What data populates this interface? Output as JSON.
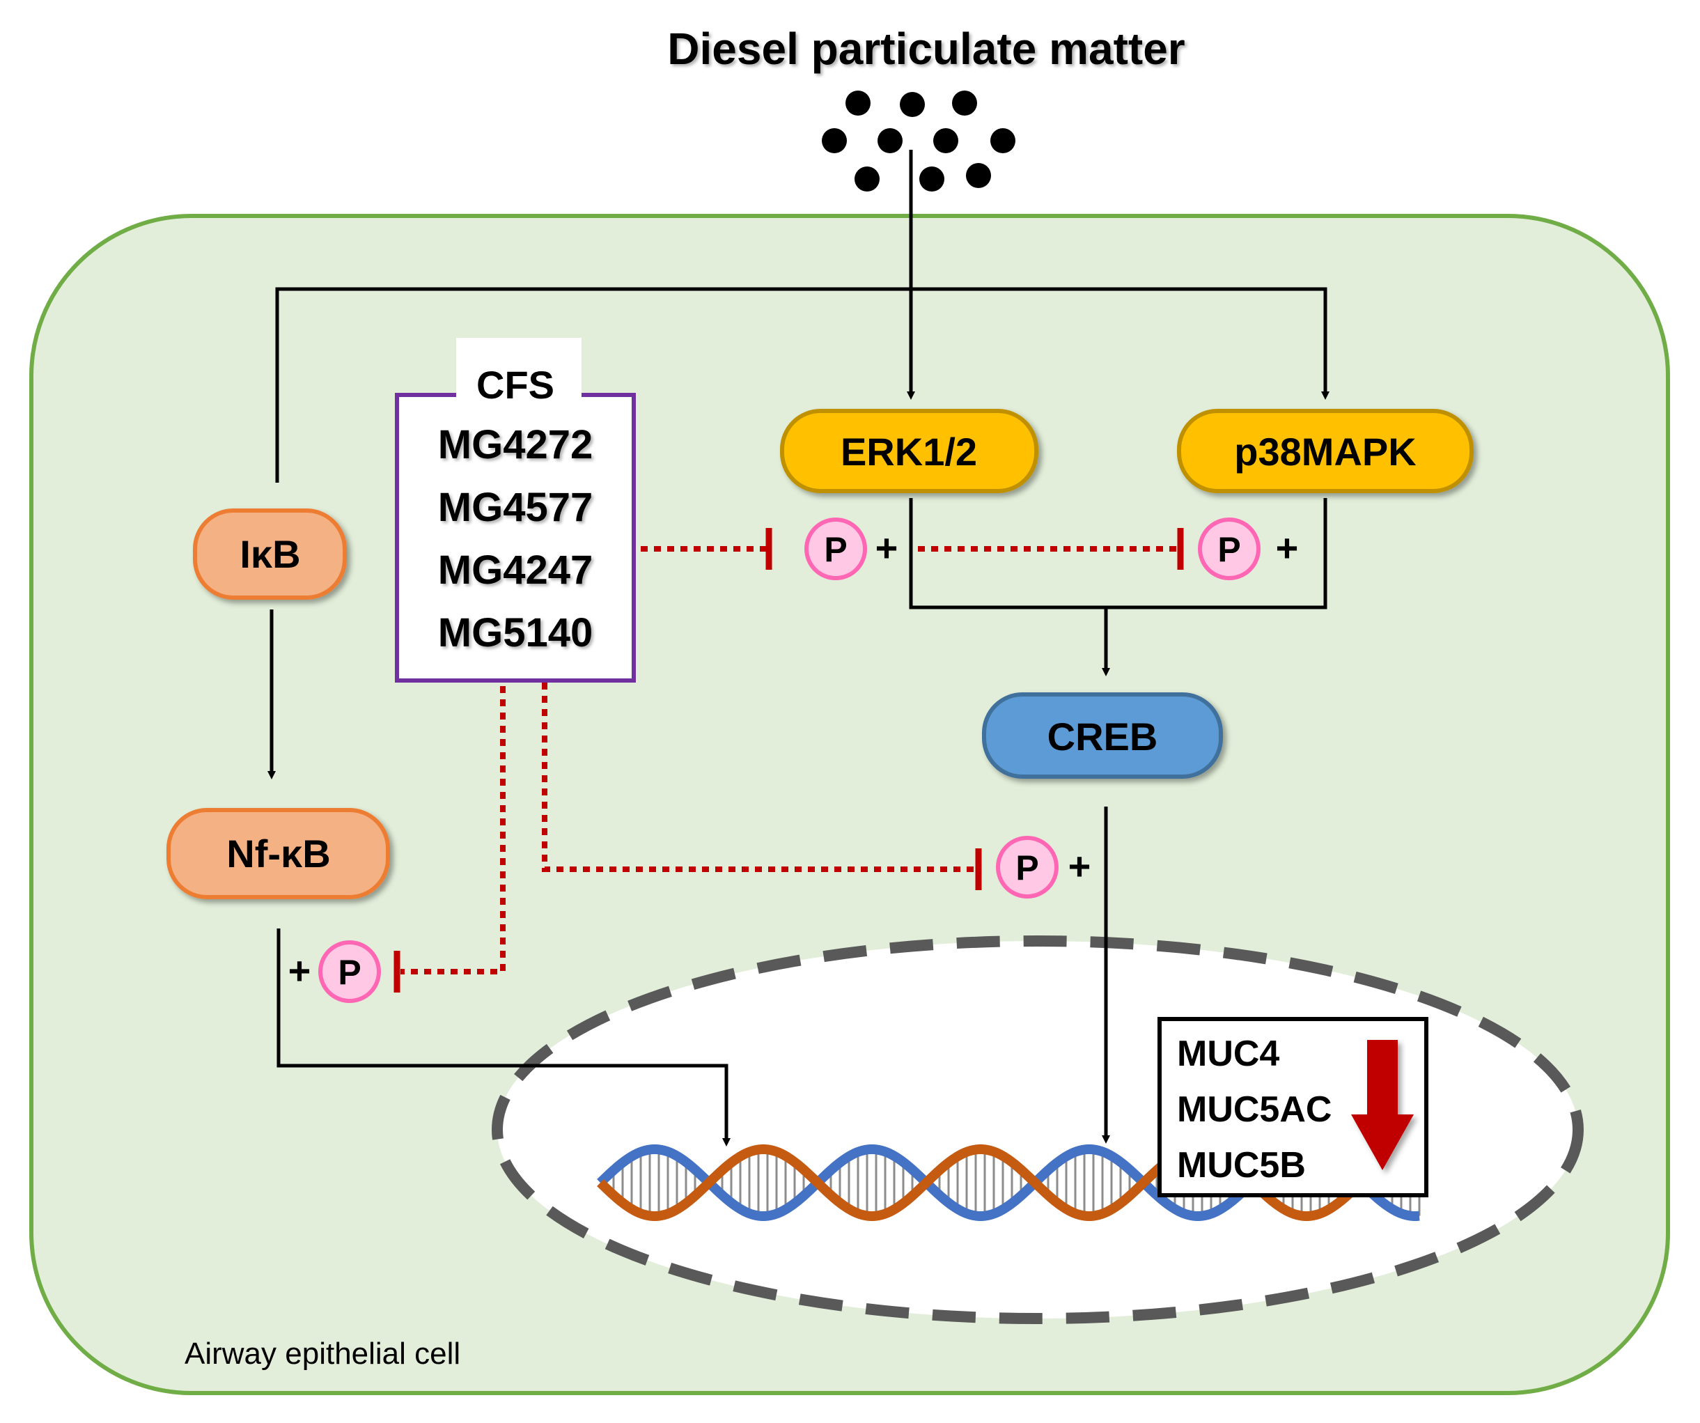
{
  "title": "Diesel particulate matter",
  "cell_label": "Airway epithelial cell",
  "treatment": {
    "header": "CFS",
    "items": [
      "MG4272",
      "MG4577",
      "MG4247",
      "MG5140"
    ]
  },
  "nodes": {
    "ikb": "IκB",
    "nfkb": "Nf-κB",
    "erk": "ERK1/2",
    "p38": "p38MAPK",
    "creb": "CREB"
  },
  "phospho_label": "P",
  "plus_sign": "+",
  "genes": [
    "MUC4",
    "MUC5AC",
    "MUC5B"
  ],
  "colors": {
    "cell_fill": "#e2eed9",
    "cell_border": "#70ad47",
    "kinase_fill": "#ffc000",
    "kinase_border": "#bf9000",
    "ikb_fill": "#f4b183",
    "ikb_border": "#ed7d31",
    "creb_fill": "#5b9bd5",
    "creb_border": "#41719c",
    "treatment_border": "#7030a0",
    "inhibit": "#c00000",
    "phospho_fill": "#ffc9e5",
    "phospho_border": "#ff66b3",
    "nucleus_border": "#595959",
    "dna_orange": "#c55a11",
    "dna_blue": "#4472c4",
    "down_arrow": "#c00000"
  }
}
